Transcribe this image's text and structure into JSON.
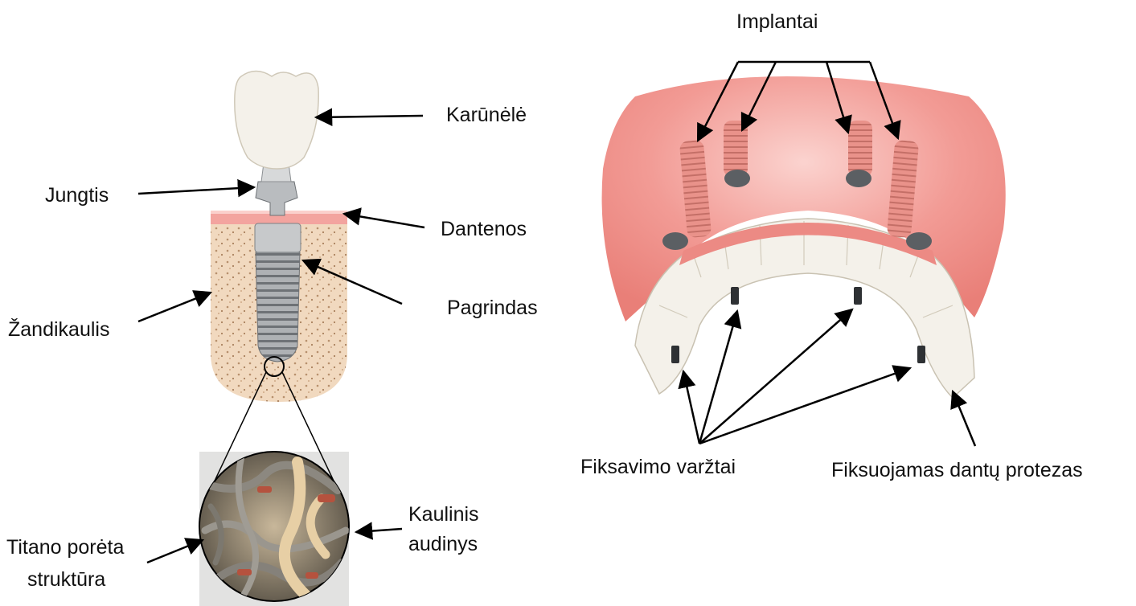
{
  "labels": {
    "crown": "Karūnėlė",
    "abutment": "Jungtis",
    "gums": "Dantenos",
    "base": "Pagrindas",
    "jawbone": "Žandikaulis",
    "bone_tissue_line1": "Kaulinis",
    "bone_tissue_line2": "audinys",
    "porous_line1": "Titano porėta",
    "porous_line2": "struktūra",
    "implants": "Implantai",
    "screws": "Fiksavimo varžtai",
    "denture": "Fiksuojamas dantų protezas"
  },
  "colors": {
    "gum": "#f08c86",
    "gum_light": "#f9c4c0",
    "bone": "#f1d9bf",
    "bone_dots": "#b7906d",
    "tooth": "#f4f1ea",
    "metal": "#b9bcbf",
    "metal_dark": "#6e7276",
    "arrow": "#000000"
  }
}
